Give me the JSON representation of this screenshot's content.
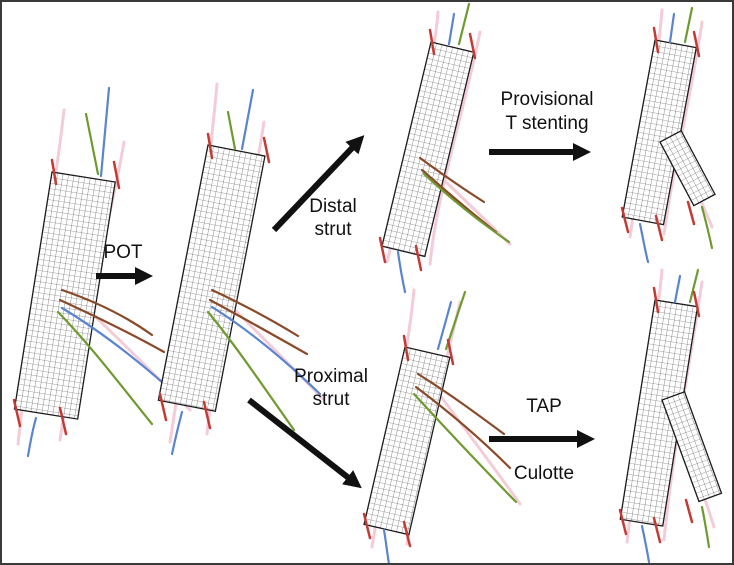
{
  "labels": {
    "pot": "POT",
    "distal_strut_line1": "Distal",
    "distal_strut_line2": "strut",
    "provisional_line1": "Provisional",
    "provisional_line2": "T stenting",
    "proximal_strut_line1": "Proximal",
    "proximal_strut_line2": "strut",
    "tap": "TAP",
    "culotte": "Culotte"
  },
  "colors": {
    "wire_blue": "#5b84cf",
    "wire_green": "#6f9a30",
    "wire_brown": "#8a4a2a",
    "wire_red": "#c43b35",
    "vessel_pink": "#f3ccd8",
    "stent_stroke": "#1c1c1c",
    "arrow_black": "#111111",
    "background": "#ffffff",
    "border": "#3a3a3a"
  }
}
